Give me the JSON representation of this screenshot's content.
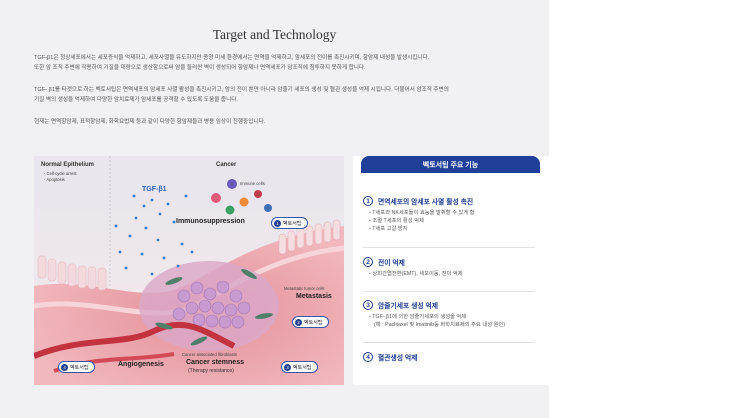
{
  "section": {
    "title": "Target and Technology",
    "paragraphs": [
      [
        "TGF-β1은 정상세포에서는 세포증식을 억제하고, 세포사멸을 유도하지만 종양 미세 환경에서는 면역을 억제하고, 암세포의 전이를 촉진시키며, 항암제 내성을 발생시킵니다.",
        "또한 암 조직 주변에 작용하여 기질을 대량으로 생산함으로써 암을 둘러싼 벽이 생성되어 항암제나 면역세포가 암조직에 침투하지 못하게 합니다."
      ],
      [
        "TGF- β1를 타겟으로 하는 벡토서팁은 면역세포의 암세포 사멸 활성을 촉진시키고, 암의 전이 뿐만 아니라 암줄기 세포의 생성 및 혈관 생성을 억제 시킵니다. 더불어서 암조직 주변의",
        "기질 벽의 생성을 억제하여 다양한 암치료제가 암세포를 공격할 수 있도록 도움을 줍니다."
      ],
      [
        "현재는 면역항암제, 표적항암제, 화학요법제 등과 같이 다양한 항암제들과 병용 임상이 진행중입니다."
      ]
    ]
  },
  "illustration": {
    "normal_title": "Normal Epithelium",
    "normal_items": [
      "- Cell-cycle arrest",
      "- Apoptosis"
    ],
    "cancer_title": "Cancer",
    "tgf_label": "TGF-β1",
    "immune_cells": "Immune cells",
    "immunosuppression": "Immunosuppression",
    "metastatic_cells": "Metastatic tumor cells",
    "metastasis": "Metastasis",
    "angiogenesis": "Angiogenesis",
    "fibroblasts": "Cancer associated fibroblasts",
    "stemness": "Cancer stemness",
    "therapy_resistance": "(Therapy resistance)",
    "badges": [
      {
        "num": "1",
        "label": "벡토서팁"
      },
      {
        "num": "2",
        "label": "벡토서팁"
      },
      {
        "num": "3",
        "label": "벡토서팁"
      },
      {
        "num": "4",
        "label": "벡토서팁"
      }
    ]
  },
  "panel": {
    "header": "벡토서팁 주요 기능",
    "features": [
      {
        "num": "1",
        "title": "면역세포의 암세포 사멸 활성 촉진",
        "items": [
          "T세포와 NK세포들이 효능을 발휘할 수 있게 함",
          "조절 T세포의 활성 억제",
          "T세포 고갈 방지"
        ]
      },
      {
        "num": "2",
        "title": "전이 억제",
        "items": [
          "상피간엽전환(EMT), 세포이동, 전이 억제"
        ]
      },
      {
        "num": "3",
        "title": "암줄기세포 생성 억제",
        "items": [
          "TGF- β1에 의한 암줄기세포의 생성을 억제"
        ],
        "note": "(예 : Paclitaxel 및 Imatinib등 화학치료제의 주요 내성 원인)"
      },
      {
        "num": "4",
        "title": "혈관생성 억제",
        "items": []
      }
    ]
  },
  "colors": {
    "brand_blue": "#1f3f99",
    "page_bg": "#f1f1f3"
  }
}
